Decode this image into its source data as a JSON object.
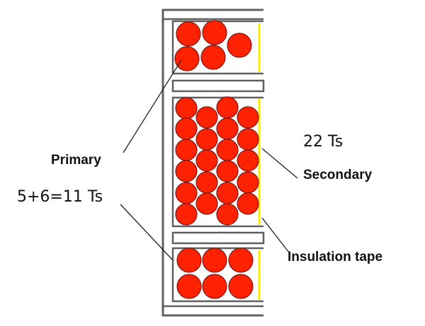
{
  "labels": {
    "primary": "Primary",
    "primary_turns": "5+6=11 Ts",
    "secondary_turns": "22 Ts",
    "secondary": "Secondary",
    "insulation": "Insulation tape"
  },
  "colors": {
    "conductor_fill": "#ff2200",
    "conductor_stroke": "#7a1a1a",
    "insulation_tape": "#ffee00",
    "bobbin": "#606060",
    "bobbin_fill": "#ffffff",
    "text": "#111111"
  },
  "windings": {
    "primary_top": {
      "rows": 2,
      "cols": 3,
      "wires": 5
    },
    "secondary": {
      "rows": 6,
      "cols": 4,
      "wires": 22
    },
    "primary_bottom": {
      "rows": 2,
      "cols": 3,
      "wires": 6
    }
  }
}
